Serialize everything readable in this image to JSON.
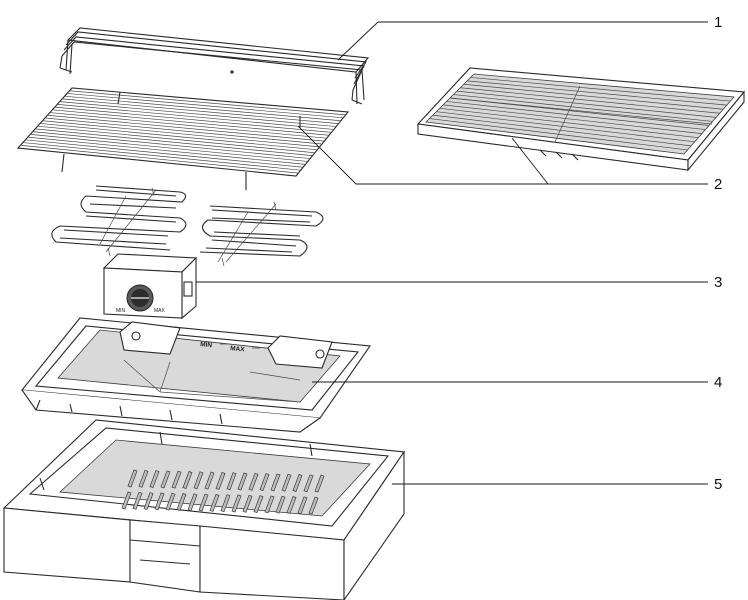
{
  "callouts": [
    {
      "id": "1",
      "part": "top-frame"
    },
    {
      "id": "2",
      "part": "grill-rack-and-plate"
    },
    {
      "id": "3",
      "part": "heating-element-control"
    },
    {
      "id": "4",
      "part": "drip-tray"
    },
    {
      "id": "5",
      "part": "base"
    }
  ],
  "labels": {
    "min": "MIN",
    "max": "MAX",
    "knob_min": "MIN",
    "knob_max": "MAX"
  }
}
